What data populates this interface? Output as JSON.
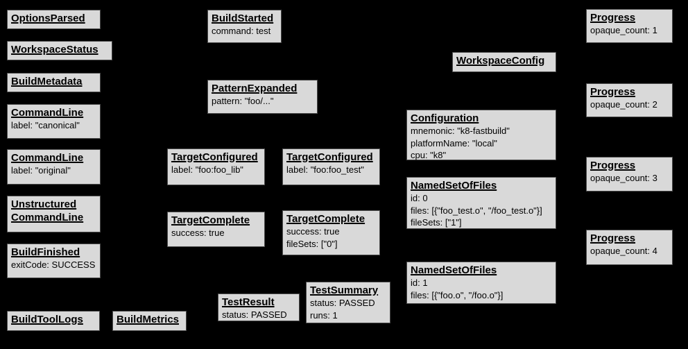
{
  "palette": {
    "background": "#000000",
    "node_fill": "#d9d9d9",
    "node_border": "#4d4d4d",
    "text": "#000000"
  },
  "diagram": {
    "nodes": [
      {
        "title": "OptionsParsed",
        "lines": []
      },
      {
        "title": "WorkspaceStatus",
        "lines": []
      },
      {
        "title": "BuildMetadata",
        "lines": []
      },
      {
        "title": "CommandLine",
        "lines": [
          "label: \"canonical\""
        ]
      },
      {
        "title": "CommandLine",
        "lines": [
          "label: \"original\""
        ]
      },
      {
        "title": "Unstructured CommandLine",
        "lines": []
      },
      {
        "title": "BuildFinished",
        "lines": [
          "exitCode: SUCCESS"
        ]
      },
      {
        "title": "BuildToolLogs",
        "lines": []
      },
      {
        "title": "BuildMetrics",
        "lines": []
      },
      {
        "title": "BuildStarted",
        "lines": [
          "command: test"
        ]
      },
      {
        "title": "PatternExpanded",
        "lines": [
          "pattern: \"foo/...\""
        ]
      },
      {
        "title": "TargetConfigured",
        "lines": [
          "label: \"foo:foo_lib\""
        ]
      },
      {
        "title": "TargetConfigured",
        "lines": [
          "label: \"foo:foo_test\""
        ]
      },
      {
        "title": "TargetComplete",
        "lines": [
          "success: true"
        ]
      },
      {
        "title": "TargetComplete",
        "lines": [
          "success: true",
          "fileSets: [\"0\"]"
        ]
      },
      {
        "title": "TestResult",
        "lines": [
          "status: PASSED"
        ]
      },
      {
        "title": "TestSummary",
        "lines": [
          "status: PASSED",
          "runs: 1"
        ]
      },
      {
        "title": "WorkspaceConfig",
        "lines": []
      },
      {
        "title": "Configuration",
        "lines": [
          "mnemonic: \"k8-fastbuild\"",
          "platformName: \"local\"",
          "cpu: \"k8\""
        ]
      },
      {
        "title": "NamedSetOfFiles",
        "lines": [
          "id: 0",
          "files: [{\"foo_test.o\", \"/foo_test.o\"}]",
          "fileSets: [\"1\"]"
        ]
      },
      {
        "title": "NamedSetOfFiles",
        "lines": [
          "id: 1",
          "files: [{\"foo.o\", \"/foo.o\"}]"
        ]
      },
      {
        "title": "Progress",
        "lines": [
          "opaque_count: 1"
        ]
      },
      {
        "title": "Progress",
        "lines": [
          "opaque_count: 2"
        ]
      },
      {
        "title": "Progress",
        "lines": [
          "opaque_count: 3"
        ]
      },
      {
        "title": "Progress",
        "lines": [
          "opaque_count: 4"
        ]
      }
    ]
  }
}
